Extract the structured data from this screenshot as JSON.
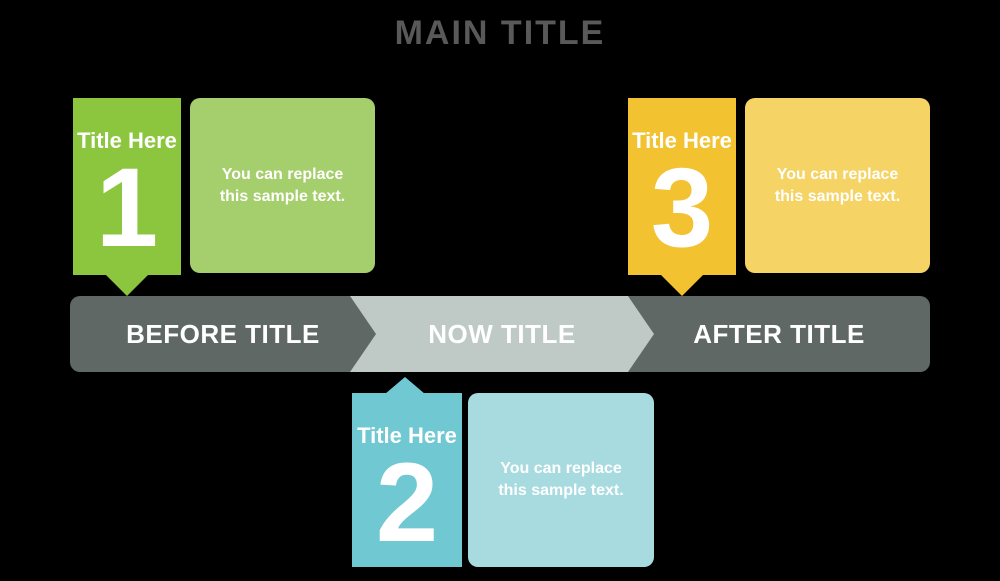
{
  "main_title": "MAIN TITLE",
  "timeline": {
    "before_label": "BEFORE TITLE",
    "now_label": "NOW TITLE",
    "after_label": "AFTER TITLE"
  },
  "items": [
    {
      "number": "1",
      "title": "Title Here",
      "body": "You can replace this sample text.",
      "position": "above-left",
      "color_dark": "#8CC63F",
      "color_light": "#A5CE6C"
    },
    {
      "number": "2",
      "title": "Title Here",
      "body": "You can replace this sample text.",
      "position": "below-center",
      "color_dark": "#70C8D2",
      "color_light": "#A8DBE0"
    },
    {
      "number": "3",
      "title": "Title Here",
      "body": "You can replace this sample text.",
      "position": "above-right",
      "color_dark": "#F3C231",
      "color_light": "#F5D365"
    }
  ],
  "colors": {
    "background": "#000000",
    "title-text": "#595959",
    "timeline-dark": "#606866",
    "timeline-light": "#BFC9C6",
    "green-dark": "#8CC63F",
    "green-light": "#A5CE6C",
    "teal-dark": "#70C8D2",
    "teal-light": "#A8DBE0",
    "yellow-dark": "#F3C231",
    "yellow-light": "#F5D365",
    "card-text": "#FFFFFF"
  }
}
